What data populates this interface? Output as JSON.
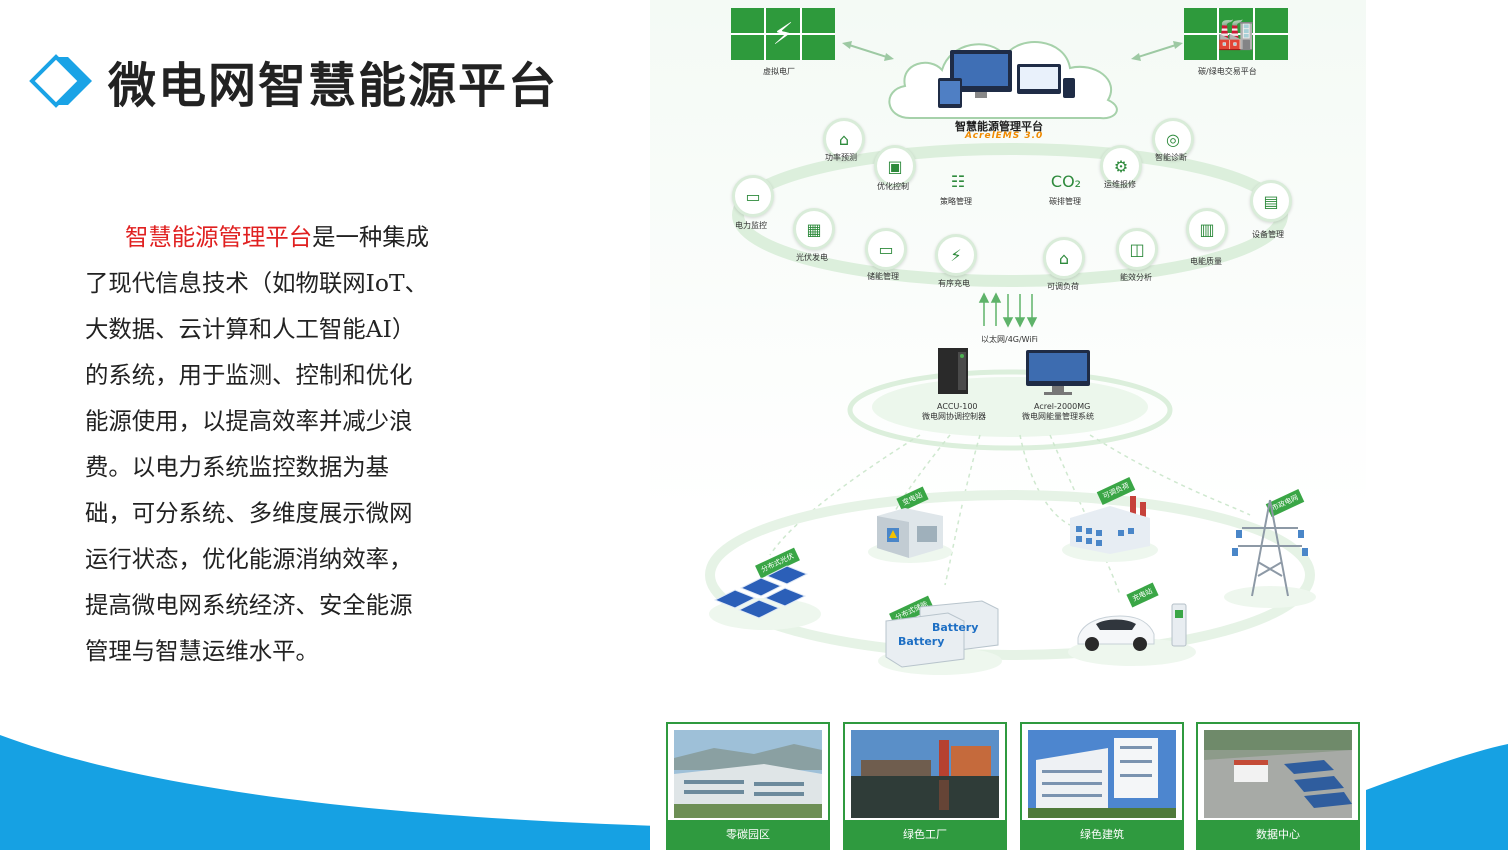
{
  "page": {
    "title": "微电网智慧能源平台",
    "description_highlight": "智慧能源管理平台",
    "description_rest": "是一种集成了现代信息技术（如物联网IoT、大数据、云计算和人工智能AI）的系统，用于监测、控制和优化能源使用，以提高效率并减少浪费。以电力系统监控数据为基础，可分系统、多维度展示微网运行状态，优化能源消纳效率，提高微电网系统经济、安全能源管理与智慧运维水平。"
  },
  "diagram": {
    "top_left_label": "虚拟电厂",
    "top_right_label": "碳/绿电交易平台",
    "platform_name": "智慧能源管理平台",
    "platform_version": "AcrelEMS 3.0",
    "modules": {
      "power_forecast": "功率预测",
      "optimize_control": "优化控制",
      "strategy_manage": "策略管理",
      "carbon_manage": "碳排管理",
      "ops_repair": "运维报修",
      "smart_diag": "智能诊断",
      "power_monitor": "电力监控",
      "equipment_manage": "设备管理",
      "pv_generation": "光伏发电",
      "storage_manage": "储能管理",
      "ordered_charging": "有序充电",
      "adjustable_load": "可调负荷",
      "energy_analysis": "能效分析",
      "power_quality": "电能质量"
    },
    "network_label": "以太网/4G/WiFi",
    "device_1_model": "ACCU-100",
    "device_1_name": "微电网协调控制器",
    "device_2_model": "Acrel-2000MG",
    "device_2_name": "微电网能量管理系统",
    "scene_tags": {
      "substation": "变电站",
      "adjustable_load": "可调负荷",
      "grid": "市政电网",
      "pv": "分布式光伏",
      "storage": "分布式储能",
      "charging": "充电站"
    },
    "battery_text": "Battery"
  },
  "cards": [
    {
      "caption": "零碳园区"
    },
    {
      "caption": "绿色工厂"
    },
    {
      "caption": "绿色建筑"
    },
    {
      "caption": "数据中心"
    }
  ],
  "colors": {
    "accent_blue": "#1aa3e6",
    "green": "#2f9a3f",
    "highlight_red": "#e02020"
  }
}
